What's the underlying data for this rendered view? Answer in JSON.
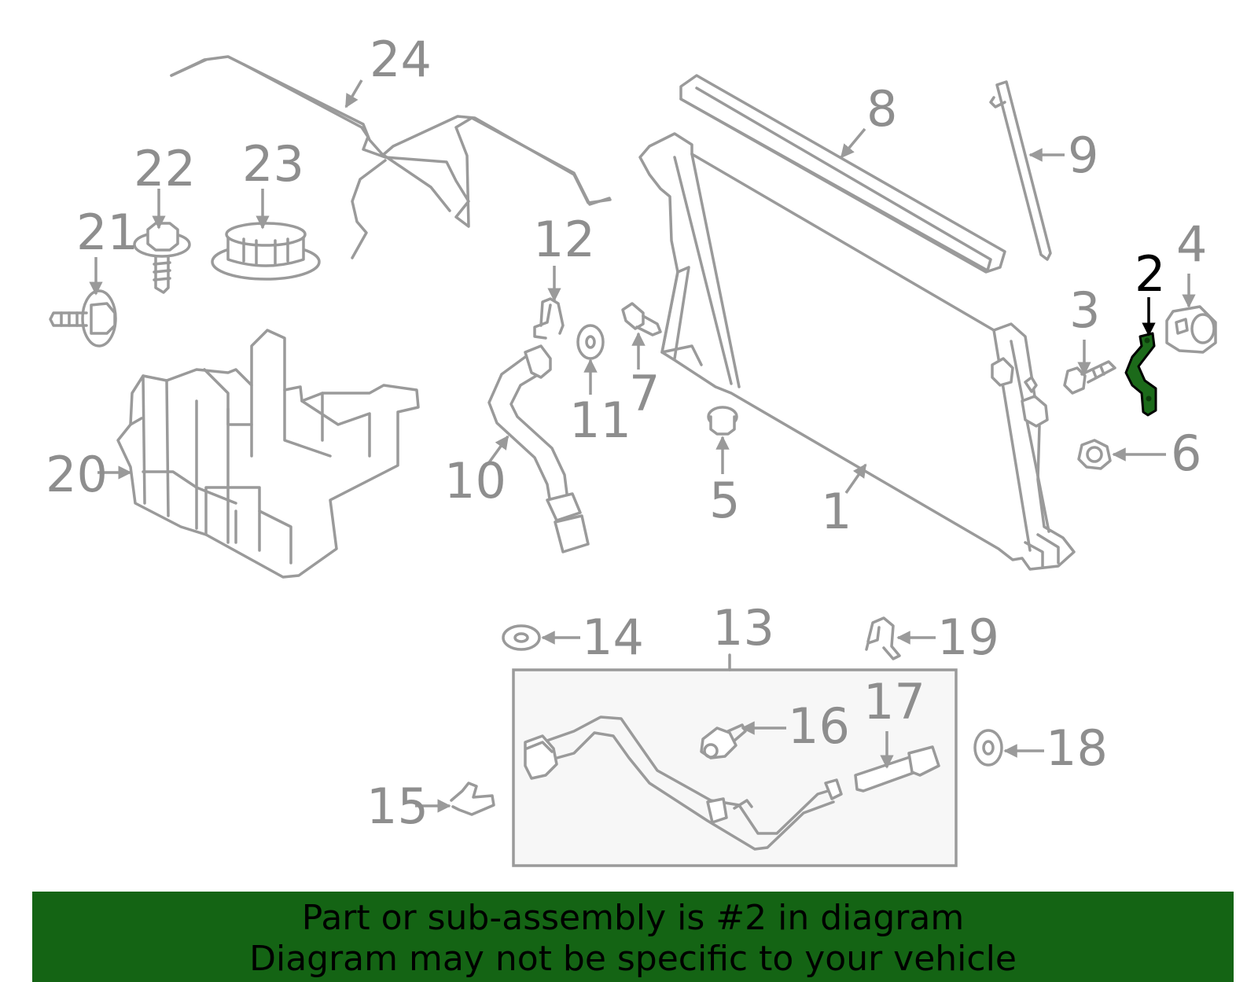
{
  "callouts": {
    "c1": "1",
    "c2": "2",
    "c3": "3",
    "c4": "4",
    "c5": "5",
    "c6": "6",
    "c7": "7",
    "c8": "8",
    "c9": "9",
    "c10": "10",
    "c11": "11",
    "c12": "12",
    "c13": "13",
    "c14": "14",
    "c15": "15",
    "c16": "16",
    "c17": "17",
    "c18": "18",
    "c19": "19",
    "c20": "20",
    "c21": "21",
    "c22": "22",
    "c23": "23",
    "c24": "24"
  },
  "highlighted_part": "2",
  "banner": {
    "line1": "Part or sub-assembly is #2 in diagram",
    "line2": "Diagram may not be specific to your vehicle"
  },
  "colors": {
    "part_stroke": "#9a9a9a",
    "highlight_fill": "#1c6a1a",
    "banner_background": "#146414"
  }
}
